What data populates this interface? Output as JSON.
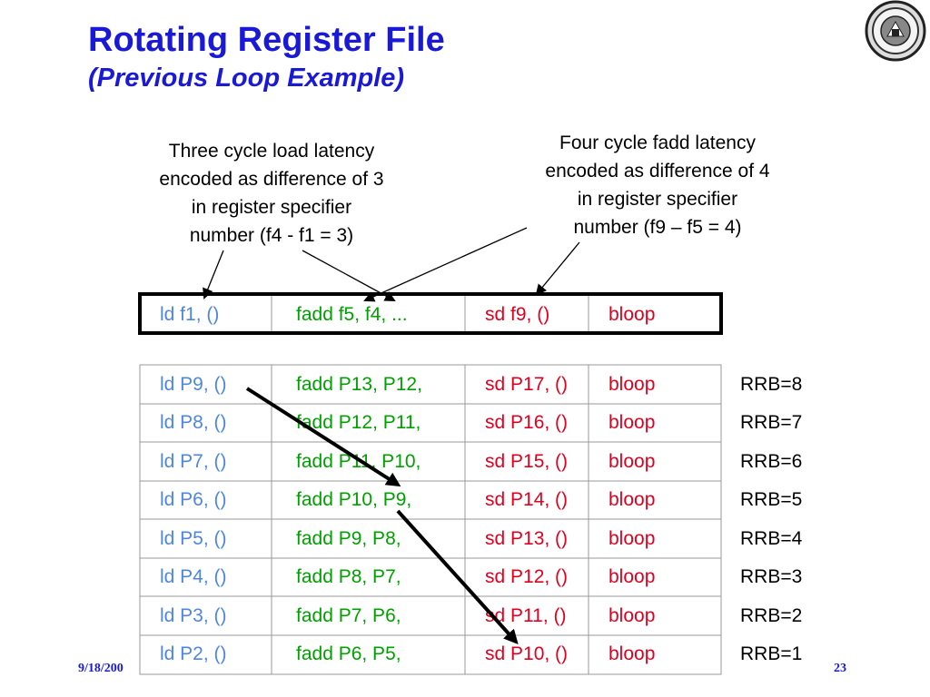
{
  "slide": {
    "title": "Rotating Register File",
    "subtitle": "(Previous Loop Example)",
    "footer_date": "9/18/200",
    "page_number": "23"
  },
  "annotations": {
    "load_latency": [
      "Three cycle load latency",
      "encoded as difference of 3",
      "in register specifier",
      "number (f4 - f1 = 3)"
    ],
    "fadd_latency": [
      "Four cycle fadd latency",
      "encoded as difference of 4",
      "in register specifier",
      "number (f9 – f5 = 4)"
    ]
  },
  "loop_row": [
    "ld f1, ()",
    "fadd f5, f4, ...",
    "sd f9, ()",
    "bloop"
  ],
  "rotated_rows": [
    {
      "ld": "ld P9, ()",
      "fadd": "fadd P13, P12,",
      "sd": "sd P17, ()",
      "br": "bloop",
      "rrb": "RRB=8"
    },
    {
      "ld": "ld P8, ()",
      "fadd": "fadd P12, P11,",
      "sd": "sd P16, ()",
      "br": "bloop",
      "rrb": "RRB=7"
    },
    {
      "ld": "ld P7, ()",
      "fadd": "fadd P11, P10,",
      "sd": "sd P15, ()",
      "br": "bloop",
      "rrb": "RRB=6"
    },
    {
      "ld": "ld P6, ()",
      "fadd": "fadd P10, P9,",
      "sd": "sd P14, ()",
      "br": "bloop",
      "rrb": "RRB=5"
    },
    {
      "ld": "ld P5, ()",
      "fadd": "fadd P9, P8,",
      "sd": "sd P13, ()",
      "br": "bloop",
      "rrb": "RRB=4"
    },
    {
      "ld": "ld P4, ()",
      "fadd": "fadd P8, P7,",
      "sd": "sd P12, ()",
      "br": "bloop",
      "rrb": "RRB=3"
    },
    {
      "ld": "ld P3, ()",
      "fadd": "fadd P7, P6,",
      "sd": "sd P11, ()",
      "br": "bloop",
      "rrb": "RRB=2"
    },
    {
      "ld": "ld P2, ()",
      "fadd": "fadd P6, P5,",
      "sd": "sd P10, ()",
      "br": "bloop",
      "rrb": "RRB=1"
    }
  ],
  "colors": {
    "title": "#1a1ad6",
    "load": "#4f86e0",
    "fadd": "#00a000",
    "store_branch": "#e00020"
  },
  "icons": {
    "seal": "university-seal-icon"
  }
}
